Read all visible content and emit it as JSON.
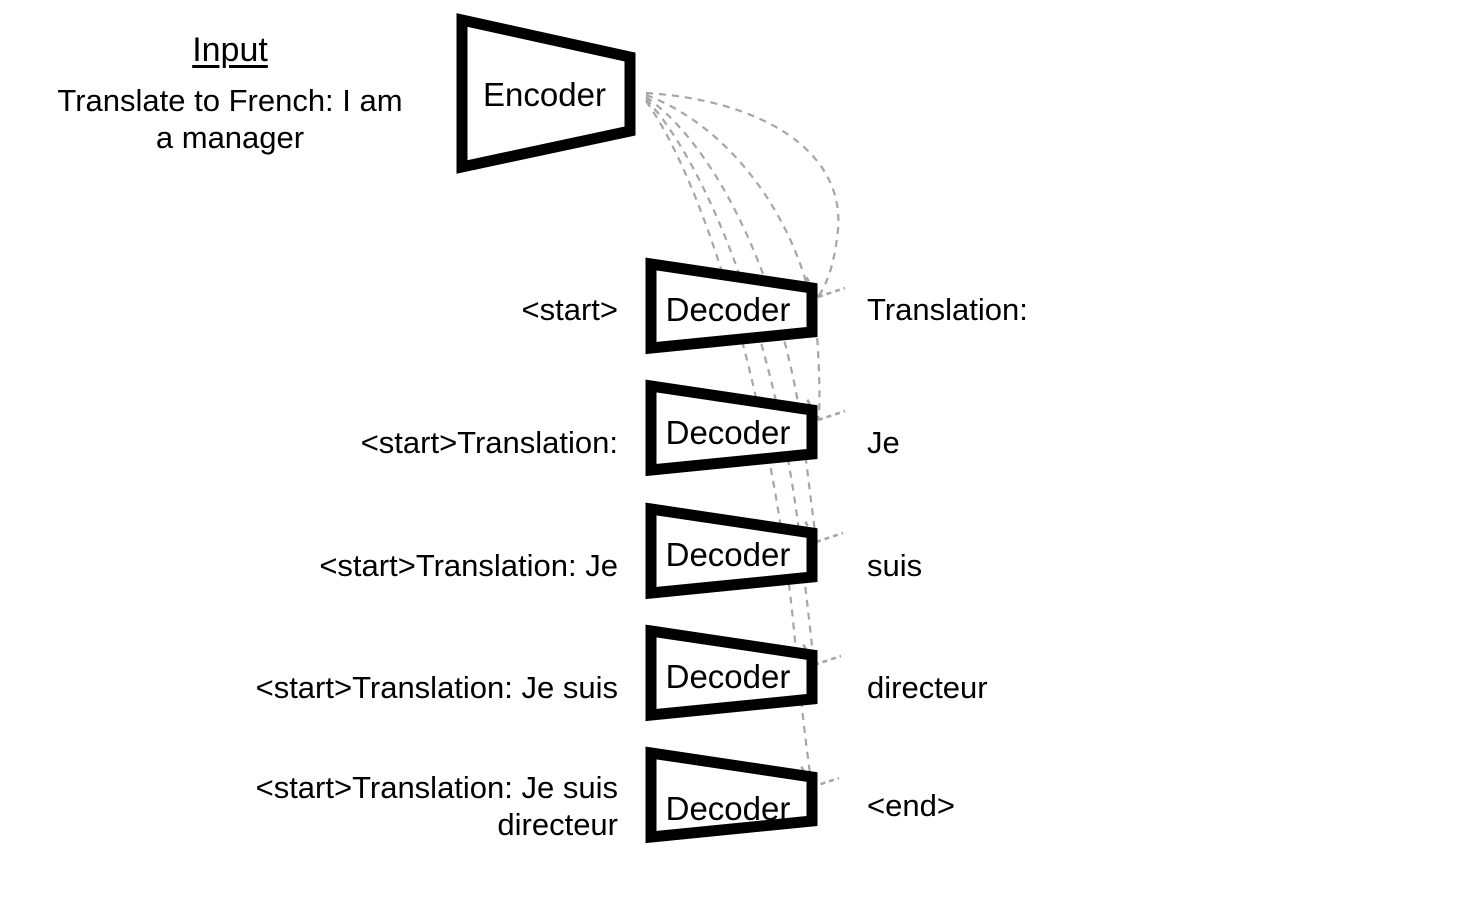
{
  "diagram": {
    "title_semantic": "encoder-decoder-autoregressive-translation",
    "colors": {
      "shape_stroke": "#000000",
      "shape_fill": "#ffffff",
      "connector": "#a6a6a6",
      "background": "#ffffff",
      "text": "#000000"
    }
  },
  "input": {
    "heading": "Input",
    "text": "Translate to French: I am\na manager"
  },
  "encoder": {
    "label": "Encoder"
  },
  "steps": [
    {
      "input_label": "<start>",
      "block_label": "Decoder",
      "output_label": "Translation:"
    },
    {
      "input_label": "<start>Translation:",
      "block_label": "Decoder",
      "output_label": "Je"
    },
    {
      "input_label": "<start>Translation: Je",
      "block_label": "Decoder",
      "output_label": "suis"
    },
    {
      "input_label": "<start>Translation: Je suis",
      "block_label": "Decoder",
      "output_label": "directeur"
    },
    {
      "input_label": "<start>Translation: Je suis\ndirecteur",
      "block_label": "Decoder",
      "output_label": "<end>"
    }
  ]
}
